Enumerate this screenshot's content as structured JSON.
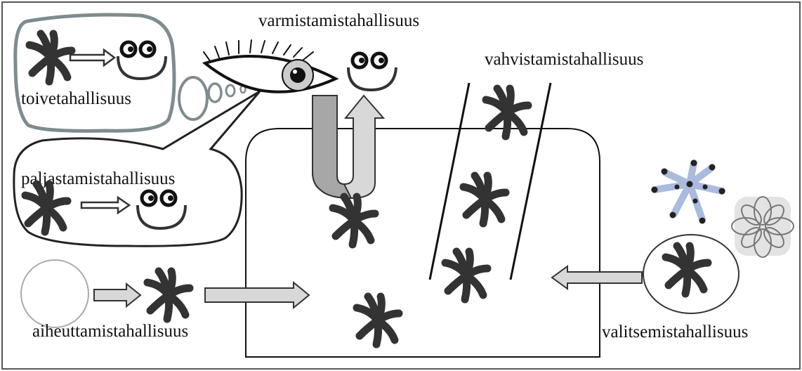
{
  "labels": {
    "hope": "toivetahallisuus",
    "reveal": "paljastamistahallisuus",
    "verify": "varmistamistahallisuus",
    "confirm": "vahvistamistahallisuus",
    "select": "valitsemistahallisuus",
    "cause": "aiheuttamistahallisuus"
  },
  "colors": {
    "ink": "#333333",
    "frame": "#555555",
    "hope_bubble": "#7f8c8f",
    "arrow_fill": "#d8d8d8",
    "arrow_fill_dark": "#a7a7a7",
    "empty_circle": "#aaaaaa",
    "blue_flower": "#aabbdd",
    "gray_flower": "#cccccc"
  },
  "icons": [
    "star-person-icon",
    "smiley-face-icon",
    "eye-icon",
    "thought-bubble-icon",
    "blue-flower-icon",
    "gray-flower-icon"
  ]
}
